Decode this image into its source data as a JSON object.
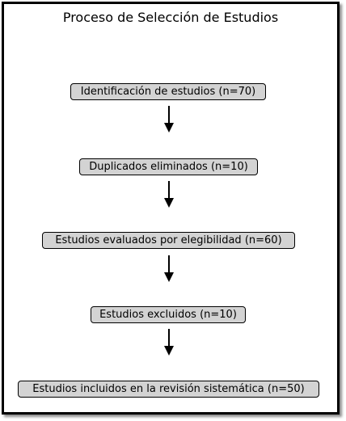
{
  "diagram": {
    "title": "Proceso de Selección de Estudios",
    "steps": [
      {
        "label": "Identificación de estudios (n=70)"
      },
      {
        "label": "Duplicados eliminados (n=10)"
      },
      {
        "label": "Estudios evaluados por elegibilidad (n=60)"
      },
      {
        "label": "Estudios excluidos (n=10)"
      },
      {
        "label": "Estudios incluidos en la revisión sistemática (n=50)"
      }
    ]
  },
  "colors": {
    "box_fill": "#d3d3d3",
    "box_border": "#000000",
    "arrow": "#000000",
    "background": "#ffffff"
  }
}
